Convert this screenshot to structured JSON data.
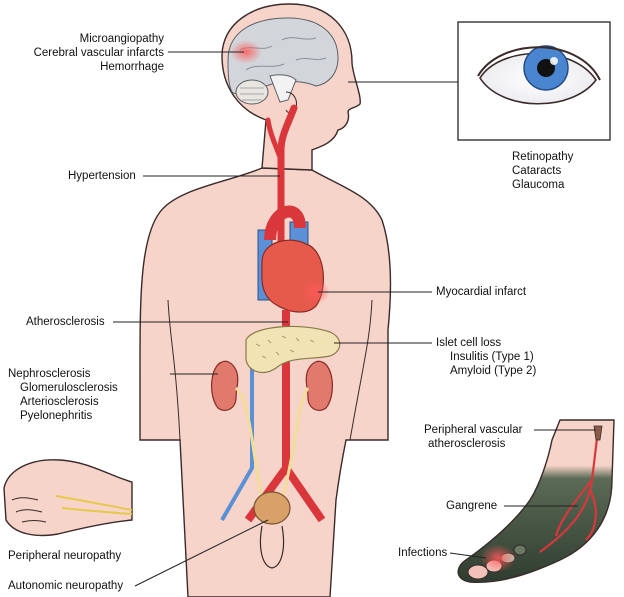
{
  "labels": {
    "brain": [
      "Microangiopathy",
      "Cerebral vascular infarcts",
      "Hemorrhage"
    ],
    "eye": [
      "Retinopathy",
      "Cataracts",
      "Glaucoma"
    ],
    "hypertension": "Hypertension",
    "myocardial": "Myocardial infarct",
    "atherosclerosis": "Atherosclerosis",
    "islet": [
      "Islet cell loss",
      "Insulitis (Type 1)",
      "Amyloid (Type 2)"
    ],
    "kidney": [
      "Nephrosclerosis",
      "Glomerulosclerosis",
      "Arteriosclerosis",
      "Pyelonephritis"
    ],
    "peripheral_vascular": [
      "Peripheral vascular",
      "atherosclerosis"
    ],
    "gangrene": "Gangrene",
    "infections": "Infections",
    "peripheral_neuropathy": "Peripheral neuropathy",
    "autonomic_neuropathy": "Autonomic neuropathy"
  },
  "colors": {
    "skin": "#f6d4c9",
    "artery": "#d9373c",
    "heart": "#e65a4c",
    "vein": "#5b8fd6",
    "pancreas": "#f1e3b4",
    "kidney": "#e07a6d",
    "ureter": "#f2dd9a",
    "bladder": "#d9a16a",
    "brain": "#d2d6db",
    "iris": "#4a86d0",
    "gangrene": "#3b4a3a",
    "nerve": "#e6c84a"
  }
}
